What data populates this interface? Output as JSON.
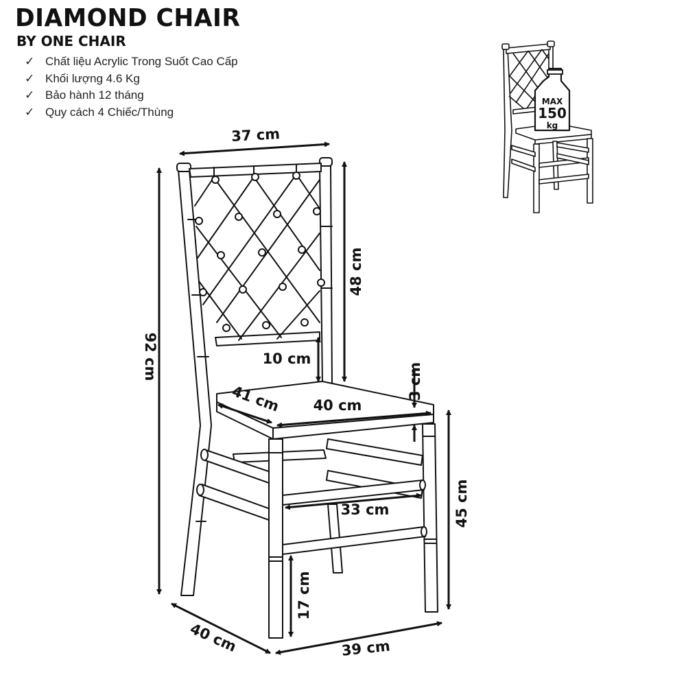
{
  "header": {
    "title": "DIAMOND CHAIR",
    "subtitle": "BY ONE CHAIR"
  },
  "features": [
    "Chất liệu Acrylic Trong Suốt Cao Cấp",
    "Khối lượng 4.6 Kg",
    "Bảo hành 12 tháng",
    "Quy cách 4 Chiếc/Thùng"
  ],
  "check_glyph": "✓",
  "dimensions": {
    "top_width": "37 cm",
    "total_height": "92 cm",
    "back_height": "48 cm",
    "back_gap": "10 cm",
    "seat_thickness": "3 cm",
    "seat_depth": "41 cm",
    "seat_width": "40 cm",
    "seat_height": "45 cm",
    "rung_width": "33 cm",
    "rung_height": "17 cm",
    "base_depth": "40 cm",
    "base_width": "39 cm"
  },
  "load_badge": {
    "label": "MAX",
    "value": "150",
    "unit": "kg"
  },
  "icons": {
    "check": "check-icon",
    "chair": "chair-drawing",
    "thumbnail": "chair-thumbnail-icon",
    "weight": "weight-jug-icon"
  },
  "colors": {
    "ink": "#111111",
    "background": "#ffffff"
  }
}
